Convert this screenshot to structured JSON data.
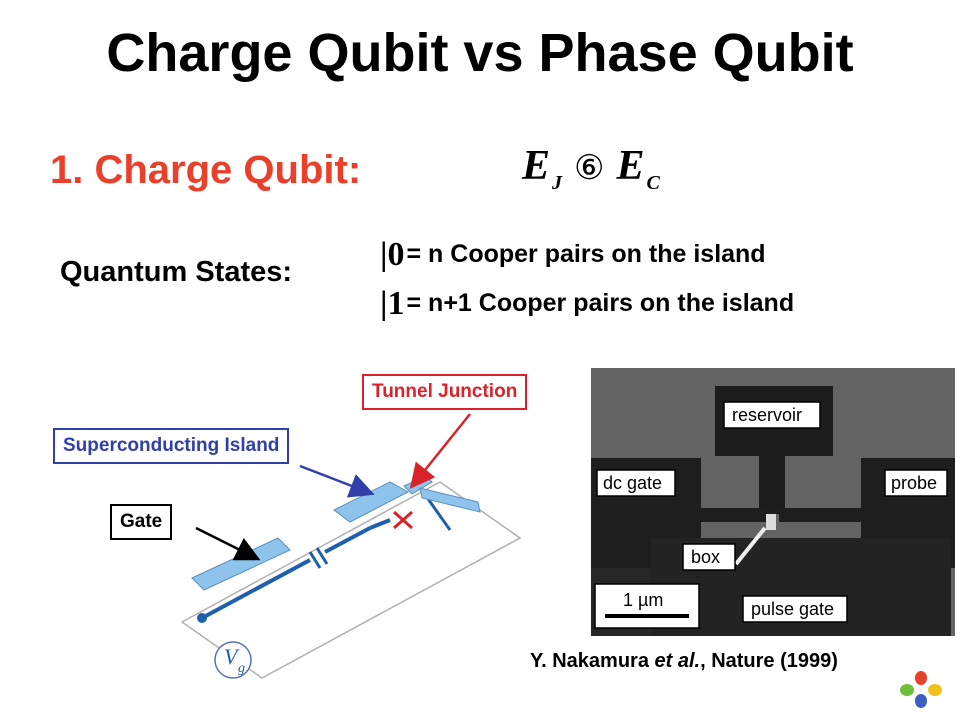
{
  "slide": {
    "title": "Charge Qubit vs Phase Qubit",
    "section_heading": "1. Charge Qubit:",
    "condition": {
      "ej": "E",
      "ej_sub": "J",
      "relation": "⑥",
      "ec": "E",
      "ec_sub": "C"
    },
    "quantum_states_label": "Quantum States:",
    "states": [
      {
        "ket": "|0",
        "ket_close": "",
        "text": "= n  Cooper pairs on the island"
      },
      {
        "ket": "|1",
        "ket_close": "",
        "text": "= n+1 Cooper pairs on the island"
      }
    ]
  },
  "callouts": {
    "tunnel_junction": "Tunnel Junction",
    "superconducting_island": "Superconducting Island",
    "gate": "Gate"
  },
  "circuit": {
    "voltage_symbol": "V",
    "voltage_sub": "g",
    "junction_symbol": "X"
  },
  "micrograph": {
    "labels": {
      "reservoir": "reservoir",
      "dc_gate": "dc gate",
      "probe": "probe",
      "box": "box",
      "pulse_gate": "pulse gate"
    },
    "scalebar": "1 µm"
  },
  "citation": {
    "author": "Y. Nakamura ",
    "etal": "et al.",
    "rest": ",  Nature (1999)"
  },
  "colors": {
    "heading": "#e8402a",
    "tunnel_junction": "#d8232a",
    "island": "#3040a8",
    "electrode": "#8ec4ec",
    "wire": "#1f5fae"
  }
}
